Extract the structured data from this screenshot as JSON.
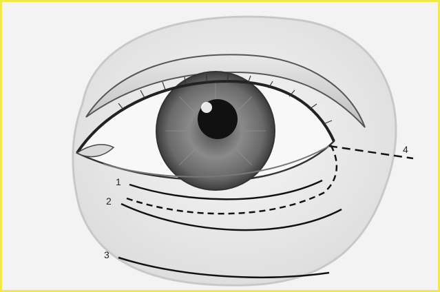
{
  "labels": {
    "one": "1",
    "two": "2",
    "three": "3",
    "four": "4"
  },
  "colors": {
    "frame_border": "#f2e84a",
    "background": "#f3f3f3",
    "iris": "#6d6d6d",
    "pupil": "#111111",
    "marking_line": "#111111"
  },
  "line_styles": {
    "one": "solid",
    "two": "dashed",
    "three": "solid",
    "four": "dashed"
  }
}
